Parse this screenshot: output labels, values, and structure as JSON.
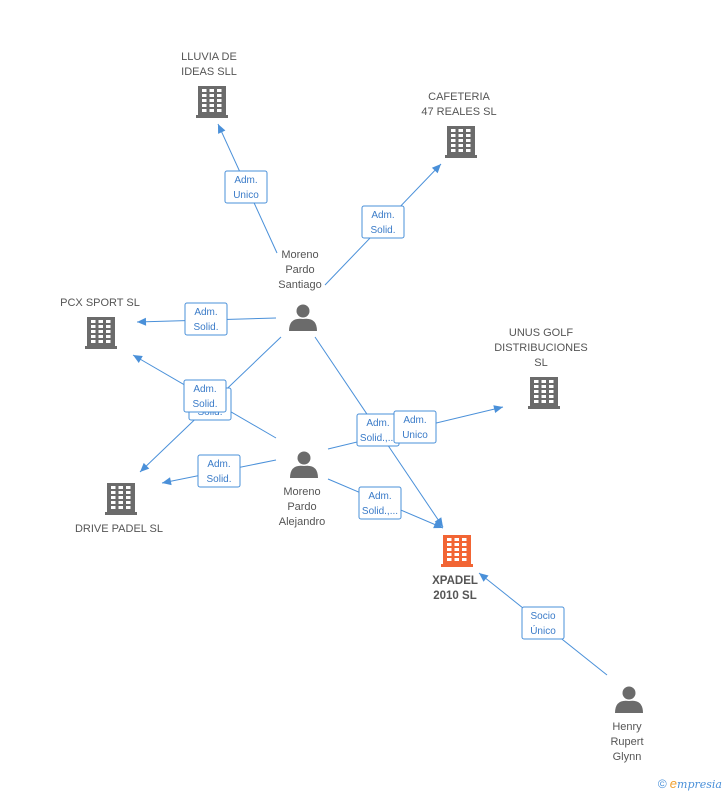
{
  "companies": [
    {
      "id": "lluvia",
      "lines": [
        "LLUVIA DE",
        "IDEAS SLL"
      ],
      "main": false
    },
    {
      "id": "cafeteria",
      "lines": [
        "CAFETERIA",
        "47 REALES SL"
      ],
      "main": false
    },
    {
      "id": "pcx",
      "lines": [
        "PCX SPORT SL"
      ],
      "main": false
    },
    {
      "id": "unus",
      "lines": [
        "UNUS GOLF",
        "DISTRIBUCIONES",
        "SL"
      ],
      "main": false
    },
    {
      "id": "drive",
      "lines": [
        "DRIVE PADEL SL"
      ],
      "main": false
    },
    {
      "id": "xpadel",
      "lines": [
        "XPADEL",
        "2010 SL"
      ],
      "main": true
    }
  ],
  "people": [
    {
      "id": "santiago",
      "lines": [
        "Moreno",
        "Pardo",
        "Santiago"
      ]
    },
    {
      "id": "alejandro",
      "lines": [
        "Moreno",
        "Pardo",
        "Alejandro"
      ]
    },
    {
      "id": "henry",
      "lines": [
        "Henry",
        "Rupert",
        "Glynn"
      ]
    }
  ],
  "relations": [
    {
      "id": "santiago-lluvia",
      "from": "santiago",
      "to": "lluvia",
      "lines": [
        "Adm.",
        "Unico"
      ]
    },
    {
      "id": "santiago-cafeteria",
      "from": "santiago",
      "to": "cafeteria",
      "lines": [
        "Adm.",
        "Solid."
      ]
    },
    {
      "id": "santiago-pcx",
      "from": "santiago",
      "to": "pcx",
      "lines": [
        "Adm.",
        "Solid."
      ]
    },
    {
      "id": "santiago-drive",
      "from": "santiago",
      "to": "drive",
      "lines": [
        "Adm.",
        "Solid."
      ]
    },
    {
      "id": "santiago-xpadel",
      "from": "santiago",
      "to": "xpadel",
      "lines": [
        "Adm.",
        "Solid.,..."
      ]
    },
    {
      "id": "alejandro-pcx",
      "from": "alejandro",
      "to": "pcx",
      "lines": [
        "Adm.",
        "Solid."
      ]
    },
    {
      "id": "alejandro-drive",
      "from": "alejandro",
      "to": "drive",
      "lines": [
        "Adm.",
        "Solid."
      ]
    },
    {
      "id": "alejandro-unus",
      "from": "alejandro",
      "to": "unus",
      "lines": [
        "Adm.",
        "Unico"
      ]
    },
    {
      "id": "alejandro-xpadel",
      "from": "alejandro",
      "to": "xpadel",
      "lines": [
        "Adm.",
        "Solid.,..."
      ]
    },
    {
      "id": "henry-xpadel",
      "from": "henry",
      "to": "xpadel",
      "lines": [
        "Socio",
        "Único"
      ]
    }
  ],
  "footer": {
    "copyright": "©",
    "brand_initial": "e",
    "brand_rest": "mpresia"
  },
  "colors": {
    "edge": "#4a90d9",
    "node": "#6b6b6b",
    "main_node": "#f26534"
  }
}
